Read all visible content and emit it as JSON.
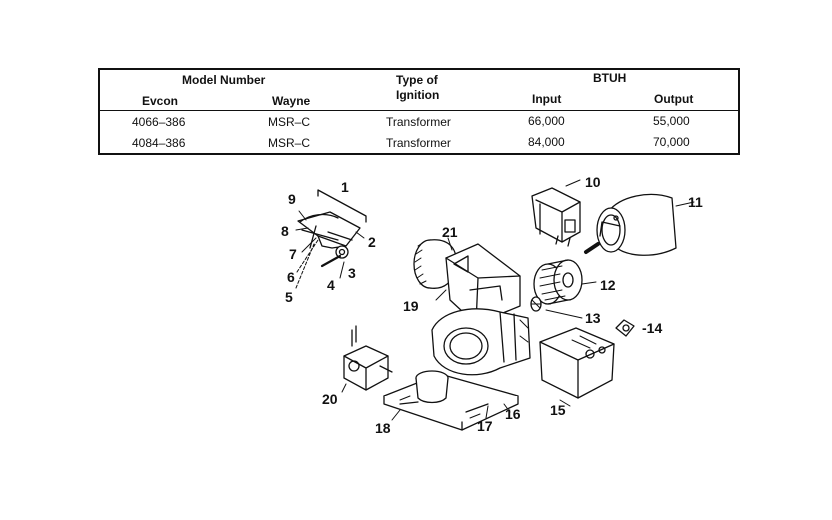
{
  "table": {
    "headers": {
      "model_number": "Model Number",
      "evcon": "Evcon",
      "wayne": "Wayne",
      "type_of": "Type of",
      "ignition": "Ignition",
      "btuh": "BTUH",
      "input": "Input",
      "output": "Output"
    },
    "rows": [
      {
        "evcon": "4066–386",
        "wayne": "MSR–C",
        "ignition": "Transformer",
        "input": "66,000",
        "output": "55,000"
      },
      {
        "evcon": "4084–386",
        "wayne": "MSR–C",
        "ignition": "Transformer",
        "input": "84,000",
        "output": "70,000"
      }
    ]
  },
  "callouts": {
    "c1": "1",
    "c2": "2",
    "c3": "3",
    "c4": "4",
    "c5": "5",
    "c6": "6",
    "c7": "7",
    "c8": "8",
    "c9": "9",
    "c10": "10",
    "c11": "11",
    "c12": "12",
    "c13": "13",
    "c14": "-14",
    "c15": "15",
    "c16": "16",
    "c17": "17",
    "c18": "18",
    "c19": "19",
    "c20": "20",
    "c21": "21"
  }
}
